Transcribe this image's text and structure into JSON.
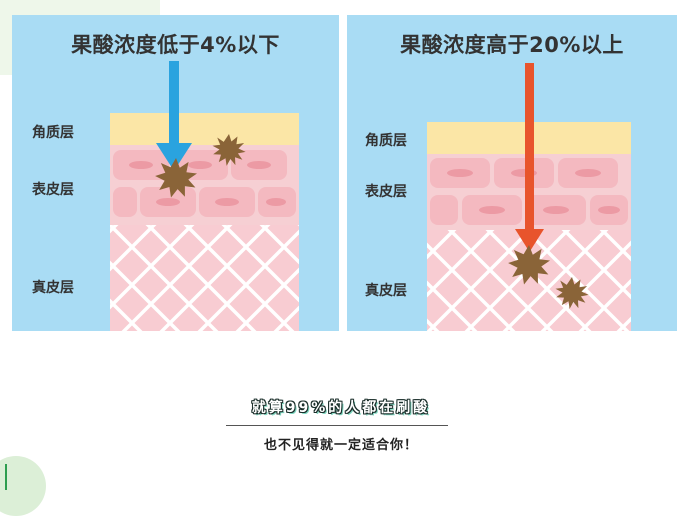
{
  "left_panel": {
    "title": "果酸浓度低于4%以下",
    "labels": {
      "stratum_corneum": "角质层",
      "epidermis": "表皮层",
      "dermis": "真皮层"
    }
  },
  "right_panel": {
    "title": "果酸浓度高于20%以上",
    "labels": {
      "stratum_corneum": "角质层",
      "epidermis": "表皮层",
      "dermis": "真皮层"
    }
  },
  "caption": {
    "main": "就算99%的人都在刷酸",
    "sub": "也不见得就一定适合你！"
  },
  "colors": {
    "panel_bg": "#a9dcf4",
    "stratum_corneum": "#fbe6a6",
    "epidermis": "#f6cfd3",
    "cell": "#f4b9c0",
    "nucleus": "#ec9aa4",
    "dermis": "#f8ccd2",
    "low_arrow": "#2aa3df",
    "high_arrow": "#e8542c",
    "burst": "#8a6438"
  }
}
